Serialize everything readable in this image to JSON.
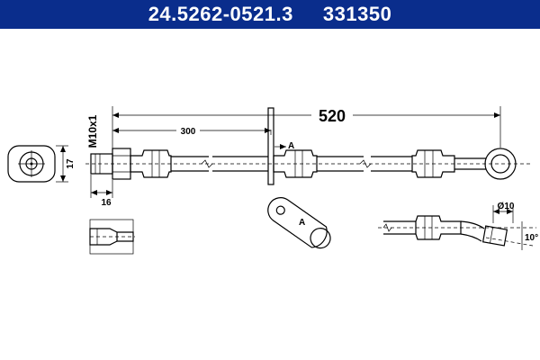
{
  "header": {
    "part_number": "24.5262-0521.3",
    "ref_number": "331350",
    "color": "#0a2d8c"
  },
  "dimensions": {
    "length": "520",
    "offset": "300",
    "thread": "M10x1",
    "height": "17",
    "thread_length": "16",
    "eye_diameter": "Ø10",
    "angle": "10°"
  },
  "labels": {
    "section_marker": "A",
    "bracket_marker": "A"
  }
}
